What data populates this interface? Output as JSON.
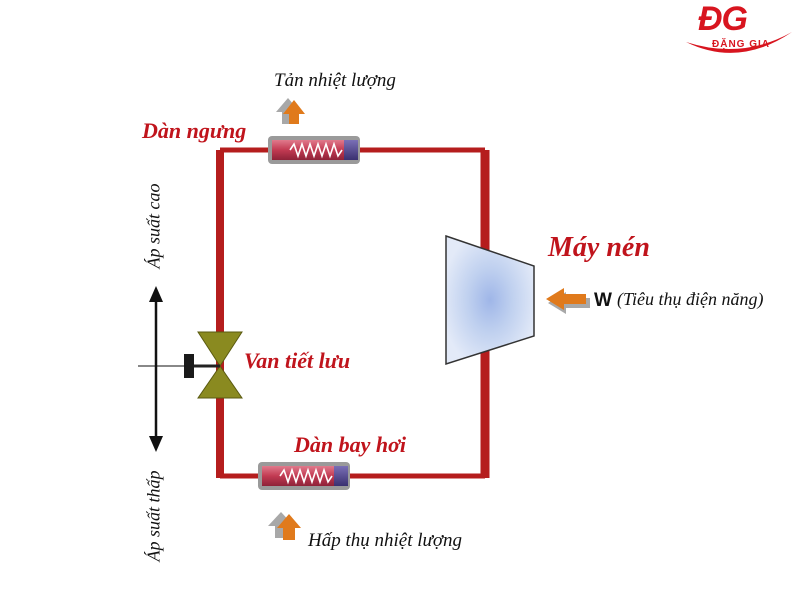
{
  "logo": {
    "mark": "ĐG",
    "name": "ĐẶNG GIA",
    "color": "#d8151f"
  },
  "labels": {
    "heat_release": "Tản nhiệt lượng",
    "condenser": "Dàn ngưng",
    "compressor": "Máy nén",
    "work_symbol": "W",
    "work_desc": "(Tiêu thụ điện năng)",
    "expansion_valve": "Van tiết lưu",
    "evaporator": "Dàn bay hơi",
    "heat_absorb": "Hấp thụ nhiệt lượng",
    "high_pressure": "Áp suất cao",
    "low_pressure": "Áp suất thấp"
  },
  "colors": {
    "pipe": "#b51d1d",
    "label_red": "#c0141c",
    "arrow_orange": "#e07a1c",
    "arrow_gray": "#9a9a9a",
    "valve": "#8a8a20",
    "compressor_fill": "#c9d6ee",
    "coil_body": "#c23a52",
    "coil_end": "#4a3f86"
  }
}
